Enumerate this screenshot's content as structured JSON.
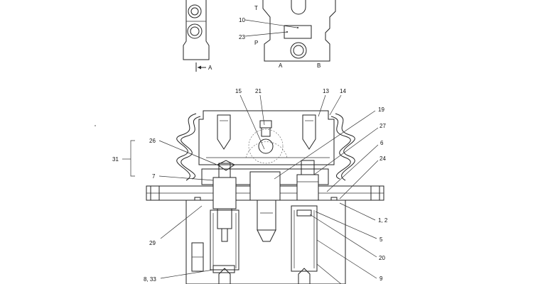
{
  "colors": {
    "line": "#222222",
    "background": "#ffffff"
  },
  "view_labels": {
    "section_arrow": "A"
  },
  "ports": {
    "t": "T",
    "p": "P",
    "a": "A",
    "b": "B"
  },
  "callouts": {
    "c10": "10",
    "c23": "23",
    "c15": "15",
    "c21": "21",
    "c13": "13",
    "c14": "14",
    "c19": "19",
    "c27": "27",
    "c6": "6",
    "c24": "24",
    "c26": "26",
    "c31": "31",
    "c7": "7",
    "c29": "29",
    "c1_2": "1, 2",
    "c5": "5",
    "c20": "20",
    "c9": "9",
    "c8_33": "8, 33"
  }
}
